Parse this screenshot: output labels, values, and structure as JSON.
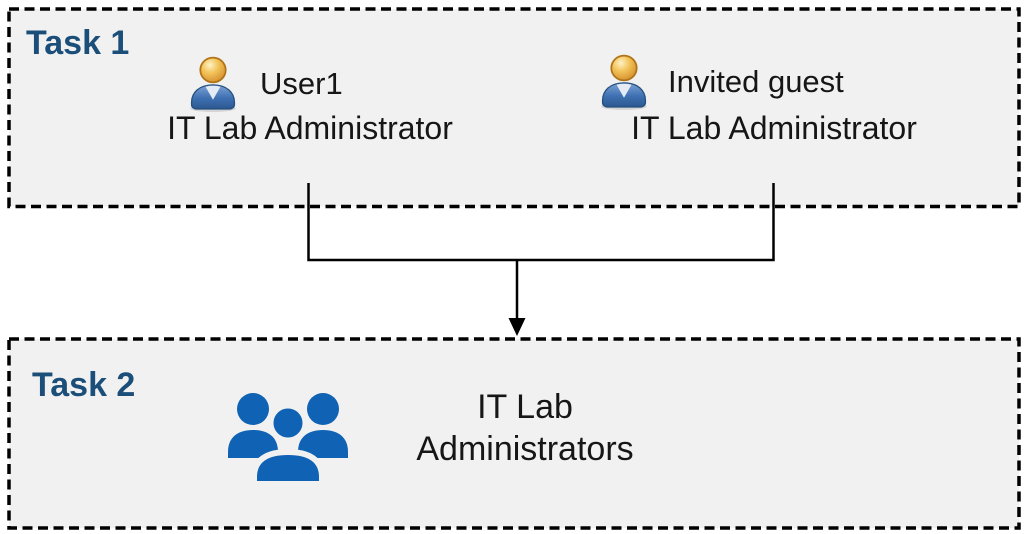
{
  "task1": {
    "label": "Task 1",
    "users": [
      {
        "name": "User1",
        "role": "IT Lab Administrator"
      },
      {
        "name": "Invited guest",
        "role": "IT Lab Administrator"
      }
    ]
  },
  "task2": {
    "label": "Task 2",
    "group_name_line1": "IT Lab",
    "group_name_line2": "Administrators"
  },
  "colors": {
    "task_label": "#1B4E79",
    "box_fill": "#F1F1F1",
    "box_border": "#000000",
    "connector": "#000000",
    "text": "#161616",
    "group_icon_blue": "#1062B4",
    "person_body_blue": "#3E70B2",
    "person_head_gold": "#F3C45A"
  },
  "icons": {
    "person": "person-icon",
    "group": "group-icon",
    "arrow": "arrow-down-icon"
  }
}
